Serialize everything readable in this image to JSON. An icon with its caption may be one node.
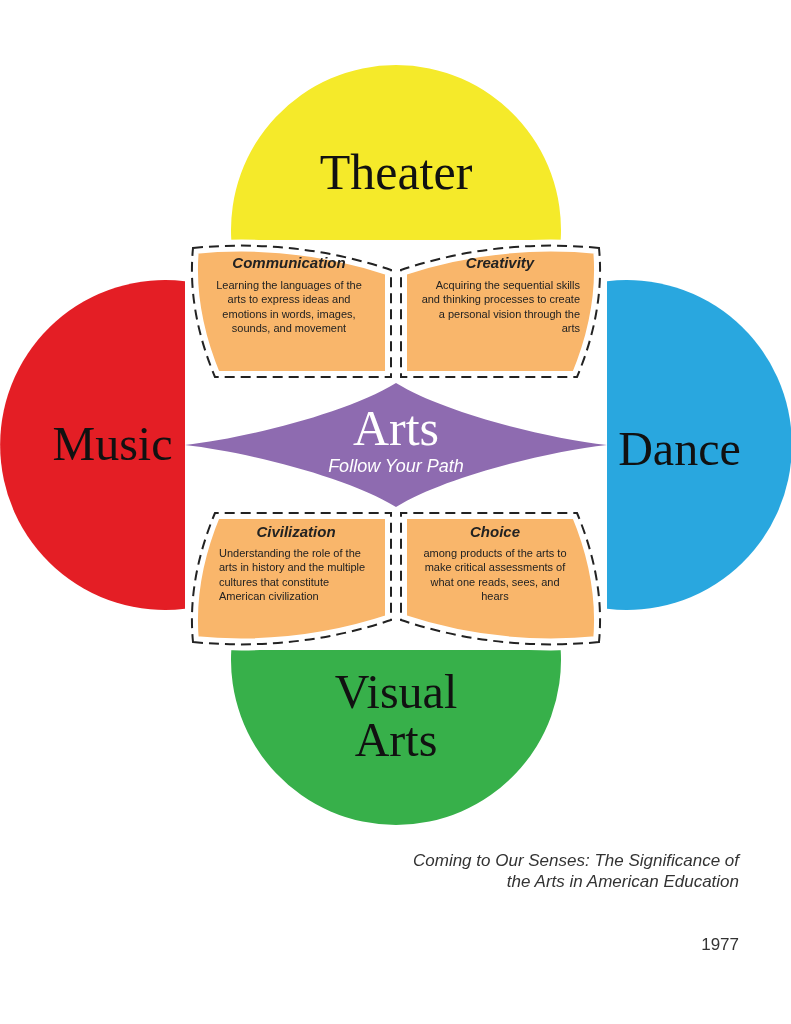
{
  "diagram": {
    "caption": "Coming to Our Senses: The Significance of the Arts in American Education",
    "nodes": [
      {
        "text": [
          "Theater"
        ]
      },
      {
        "text": [
          "Communication",
          "Learning the languages of the arts to express ideas and emotions in words, images, sounds, and movement"
        ]
      },
      {
        "text": [
          "Creativity",
          "Acquiring the sequential skills and thinking processes to create a personal vision through the arts"
        ]
      },
      {
        "text": [
          "Music"
        ]
      },
      {
        "text": [
          "Arts",
          "Follow Your Path"
        ]
      },
      {
        "text": [
          "Dance"
        ]
      },
      {
        "text": [
          "Civilization",
          "Understanding the role of the arts in history and the multiple cultures that constitute American civilization"
        ]
      },
      {
        "text": [
          "Choice",
          "among products of the arts to make critical assessments of what one reads, sees, and hears"
        ]
      },
      {
        "text": [
          "Visual Arts"
        ]
      }
    ],
    "labels": [
      "1977"
    ]
  }
}
